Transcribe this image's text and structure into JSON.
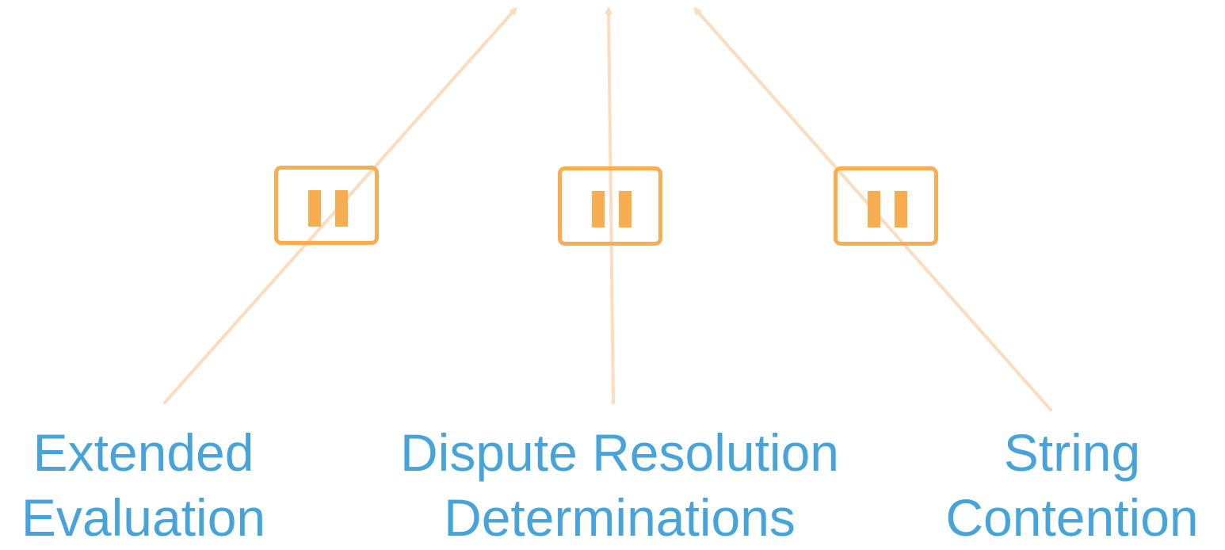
{
  "colors": {
    "label": "#47a4da",
    "pause_box": "#f7ad50",
    "arrow": "#fddcbd"
  },
  "items": [
    {
      "label_line1": "Extended",
      "label_line2": "Evaluation",
      "icon": "pause-icon"
    },
    {
      "label_line1": "Dispute Resolution",
      "label_line2": "Determinations",
      "icon": "pause-icon"
    },
    {
      "label_line1": "String",
      "label_line2": "Contention",
      "icon": "pause-icon"
    }
  ]
}
